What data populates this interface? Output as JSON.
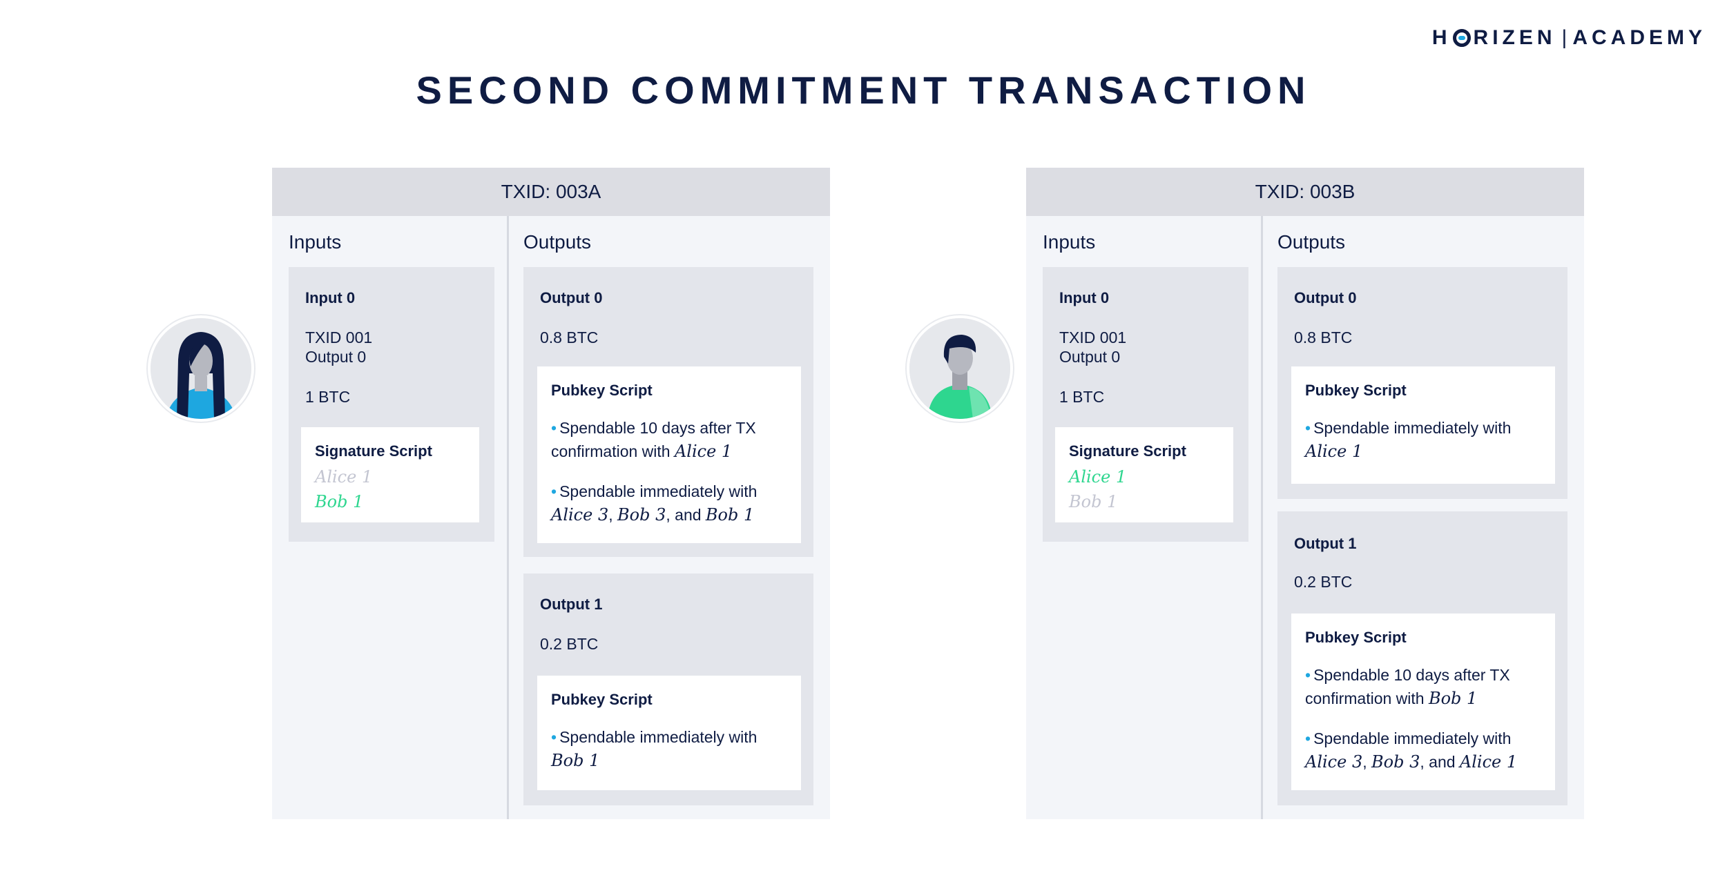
{
  "brand": {
    "logo_left": "H",
    "logo_right": "RIZEN",
    "logo_academy": "ACADEMY"
  },
  "title": "SECOND COMMITMENT TRANSACTION",
  "colors": {
    "navy": "#0f1c43",
    "accent_blue": "#1ea7e0",
    "green": "#2ed68f",
    "faded": "#c3c5d1"
  },
  "avatars": {
    "left": "alice-avatar-icon",
    "right": "bob-avatar-icon"
  },
  "tx_a": {
    "header": "TXID: 003A",
    "inputs_label": "Inputs",
    "outputs_label": "Outputs",
    "input0": {
      "title": "Input 0",
      "txid": "TXID 001",
      "output": "Output 0",
      "amount": "1 BTC",
      "sig_title": "Signature Script",
      "sig1": "Alice 1",
      "sig2": "Bob 1"
    },
    "output0": {
      "title": "Output 0",
      "amount": "0.8 BTC",
      "script_title": "Pubkey Script",
      "b1_text": "Spendable 10 days after TX",
      "b1_text2": "confirmation with",
      "b1_sig": "Alice 1",
      "b2_text": "Spendable immediately with",
      "b2_sig1": "Alice 3",
      "b2_sig2": "Bob 3",
      "b2_and": "and",
      "b2_sig3": "Bob 1"
    },
    "output1": {
      "title": "Output 1",
      "amount": "0.2 BTC",
      "script_title": "Pubkey Script",
      "b1_text": "Spendable immediately with",
      "b1_sig": "Bob 1"
    }
  },
  "tx_b": {
    "header": "TXID: 003B",
    "inputs_label": "Inputs",
    "outputs_label": "Outputs",
    "input0": {
      "title": "Input 0",
      "txid": "TXID 001",
      "output": "Output 0",
      "amount": "1 BTC",
      "sig_title": "Signature Script",
      "sig1": "Alice 1",
      "sig2": "Bob 1"
    },
    "output0": {
      "title": "Output 0",
      "amount": "0.8 BTC",
      "script_title": "Pubkey Script",
      "b1_text": "Spendable immediately with",
      "b1_sig": "Alice 1"
    },
    "output1": {
      "title": "Output 1",
      "amount": "0.2 BTC",
      "script_title": "Pubkey Script",
      "b1_text": "Spendable 10 days after TX",
      "b1_text2": "confirmation with",
      "b1_sig": "Bob 1",
      "b2_text": "Spendable immediately with",
      "b2_sig1": "Alice 3",
      "b2_sig2": "Bob 3",
      "b2_and": "and",
      "b2_sig3": "Alice 1"
    }
  }
}
